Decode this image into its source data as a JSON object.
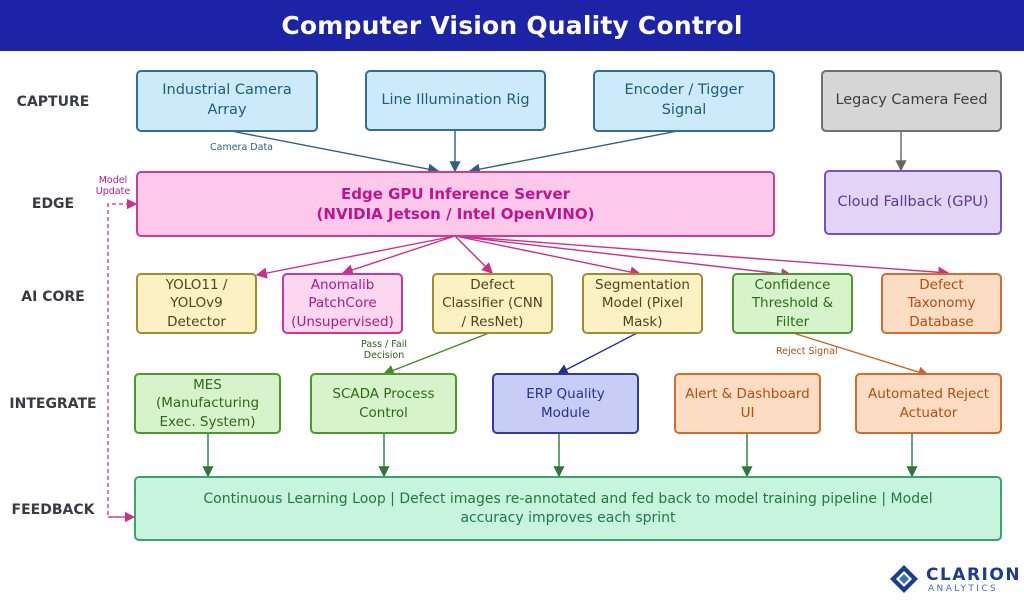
{
  "title": "Computer Vision Quality Control",
  "rows": {
    "capture": "CAPTURE",
    "edge": "EDGE",
    "ai_core": "AI CORE",
    "integrate": "INTEGRATE",
    "feedback": "FEEDBACK"
  },
  "capture": {
    "camera_array": "Industrial Camera Array",
    "illumination": "Line Illumination Rig",
    "encoder": "Encoder / Tigger Signal",
    "legacy": "Legacy Camera Feed"
  },
  "edge": {
    "server_line1": "Edge GPU Inference Server",
    "server_line2": "(NVIDIA Jetson / Intel OpenVINO)",
    "cloud": "Cloud Fallback (GPU)"
  },
  "ai_core": {
    "yolo": "YOLO11 / YOLOv9 Detector",
    "anomalib": "Anomalib PatchCore (Unsupervised)",
    "classifier": "Defect Classifier (CNN / ResNet)",
    "segmentation": "Segmentation Model (Pixel Mask)",
    "confidence": "Confidence Threshold & Filter",
    "taxonomy": "Defect Taxonomy Database"
  },
  "integrate": {
    "mes": "MES (Manufacturing Exec. System)",
    "scada": "SCADA Process Control",
    "erp": "ERP Quality Module",
    "alert": "Alert & Dashboard UI",
    "reject": "Automated Reject Actuator"
  },
  "feedback": {
    "loop": "Continuous Learning Loop | Defect images re-annotated and fed back to model training pipeline | Model accuracy improves each sprint"
  },
  "edge_labels": {
    "camera_data": "Camera Data",
    "model_update_1": "Model",
    "model_update_2": "Update",
    "pass_fail_1": "Pass / Fail",
    "pass_fail_2": "Decision",
    "reject_signal": "Reject Signal"
  },
  "brand": {
    "name": "CLARION",
    "sub": "ANALYTICS"
  },
  "colors": {
    "header": "#1d23a6",
    "edge_server": "#fdc9ea",
    "feedback": "#c6f4dc",
    "brand": "#1d3b8f"
  }
}
